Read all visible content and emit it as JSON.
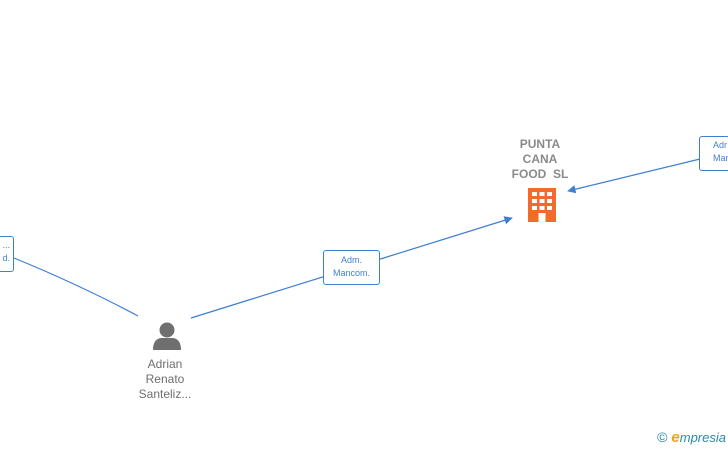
{
  "company": {
    "name_lines": [
      "PUNTA",
      "CANA",
      "FOOD  SL"
    ],
    "icon": "building-icon",
    "color": "#f26a2e"
  },
  "person": {
    "name_lines": [
      "Adrian",
      "Renato",
      "Santeliz..."
    ],
    "icon": "person-icon",
    "color": "#6f6f6f"
  },
  "edges": {
    "left": {
      "lines": [
        "...",
        "d."
      ]
    },
    "middle": {
      "lines": [
        "Adm.",
        "Mancom."
      ]
    },
    "right": {
      "lines": [
        "Adr",
        "Manc"
      ]
    }
  },
  "edge_color": "#3f7fd0",
  "brand": {
    "copyright": "©",
    "e": "e",
    "rest": "mpresia"
  }
}
